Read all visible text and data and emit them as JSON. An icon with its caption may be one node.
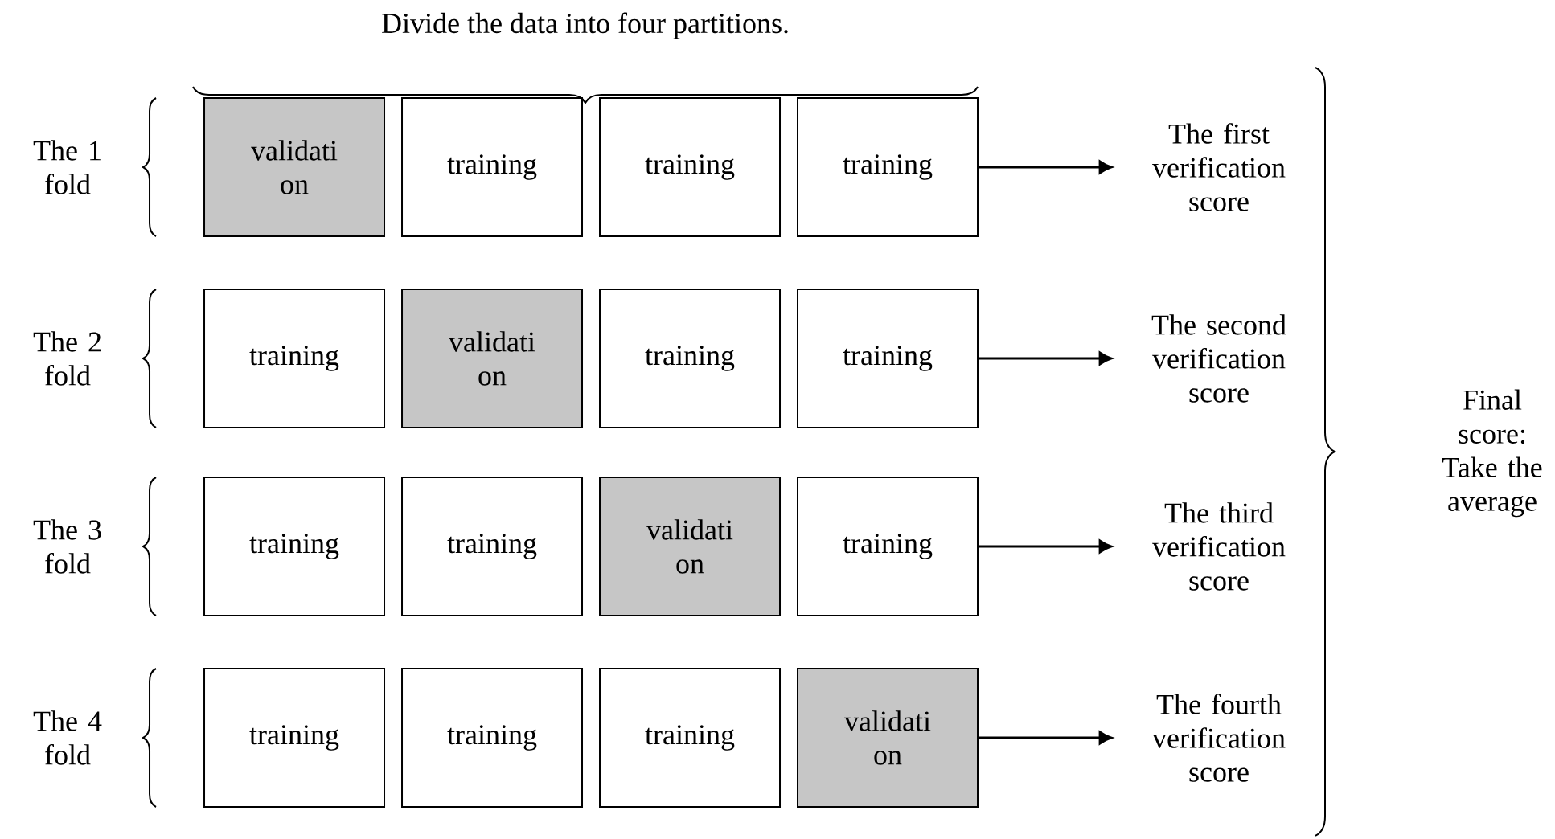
{
  "diagram": {
    "nodes": [
      {
        "text": [
          "validati on"
        ]
      },
      {
        "text": [
          "training"
        ]
      },
      {
        "text": [
          "training"
        ]
      },
      {
        "text": [
          "training"
        ]
      },
      {
        "text": [
          "The first verification score"
        ]
      },
      {
        "text": [
          "training"
        ]
      },
      {
        "text": [
          "validati on"
        ]
      },
      {
        "text": [
          "training"
        ]
      },
      {
        "text": [
          "training"
        ]
      },
      {
        "text": [
          "The second verification score"
        ]
      },
      {
        "text": [
          "training"
        ]
      },
      {
        "text": [
          "training"
        ]
      },
      {
        "text": [
          "validati on"
        ]
      },
      {
        "text": [
          "training"
        ]
      },
      {
        "text": [
          "The third verification score"
        ]
      },
      {
        "text": [
          "training"
        ]
      },
      {
        "text": [
          "training"
        ]
      },
      {
        "text": [
          "training"
        ]
      },
      {
        "text": [
          "validati on"
        ]
      },
      {
        "text": [
          "The fourth verification score"
        ]
      }
    ],
    "edges": [
      {
        "from": 3,
        "to": 4,
        "arrow": "to"
      },
      {
        "from": 8,
        "to": 9,
        "arrow": "to"
      },
      {
        "from": 13,
        "to": 14,
        "arrow": "to"
      },
      {
        "from": 18,
        "to": 19,
        "arrow": "to"
      }
    ],
    "labels": [
      "Divide the data into four partitions.",
      "The 1 fold",
      "The 2 fold",
      "The 3 fold",
      "The 4 fold",
      "Final score: Take the average"
    ]
  }
}
